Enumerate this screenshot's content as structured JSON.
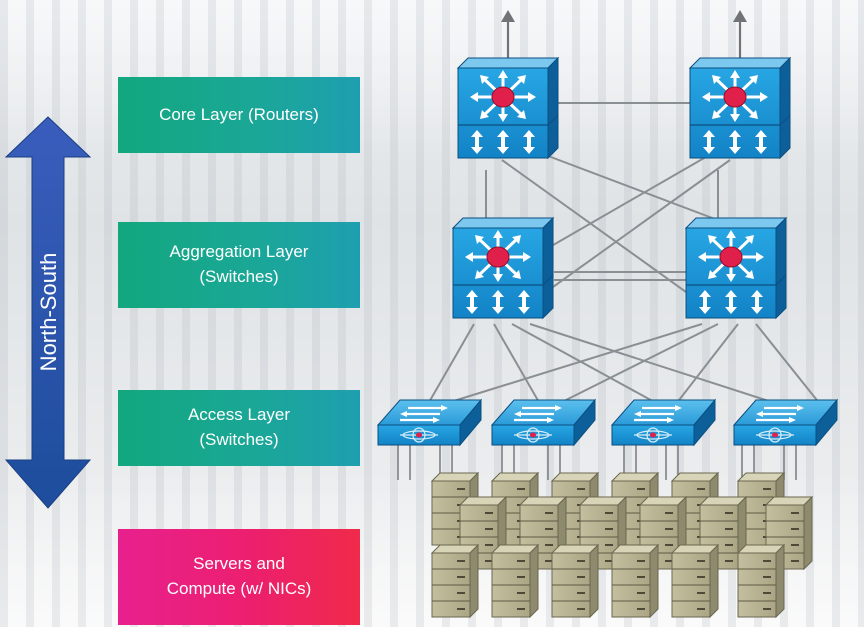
{
  "axis": {
    "label": "North-South",
    "color_top": "#2f58b4",
    "color_bottom": "#1f4f9e"
  },
  "layers": {
    "core": {
      "label": "Core Layer (Routers)"
    },
    "aggregation": {
      "line1": "Aggregation Layer",
      "line2": "(Switches)"
    },
    "access": {
      "line1": "Access Layer",
      "line2": "(Switches)"
    },
    "servers": {
      "line1": "Servers and",
      "line2": "Compute (w/ NICs)"
    }
  },
  "colors": {
    "layer_box": "#17a68e",
    "server_box": "#ec1f6e",
    "device_blue": "#1a8fd0",
    "device_dark": "#0c5c96",
    "router_hub": "#e0204a",
    "link_gray": "#8a8f93",
    "server_beige": "#b5b08e"
  },
  "icons": {
    "core_router": "layer3-router-icon",
    "aggregation_switch": "layer3-switch-icon",
    "access_switch": "workgroup-switch-icon",
    "server": "server-tower-icon",
    "uplink": "uplink-arrow-icon"
  }
}
